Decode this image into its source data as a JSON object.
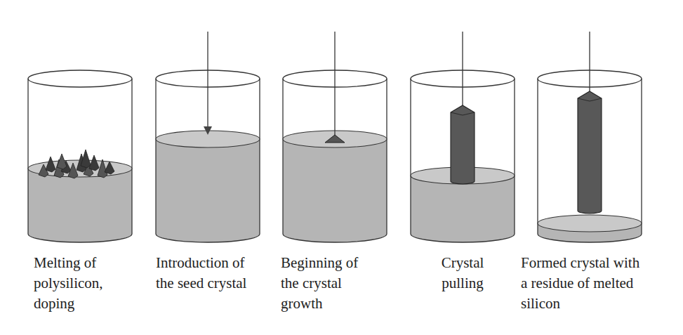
{
  "diagram": {
    "labels": [
      "Melting of polysilicon, doping",
      "Introduction of the seed crystal",
      "Beginning of the crystal growth",
      "Crystal pulling",
      "Formed crystal with a residue of melted silicon"
    ]
  }
}
